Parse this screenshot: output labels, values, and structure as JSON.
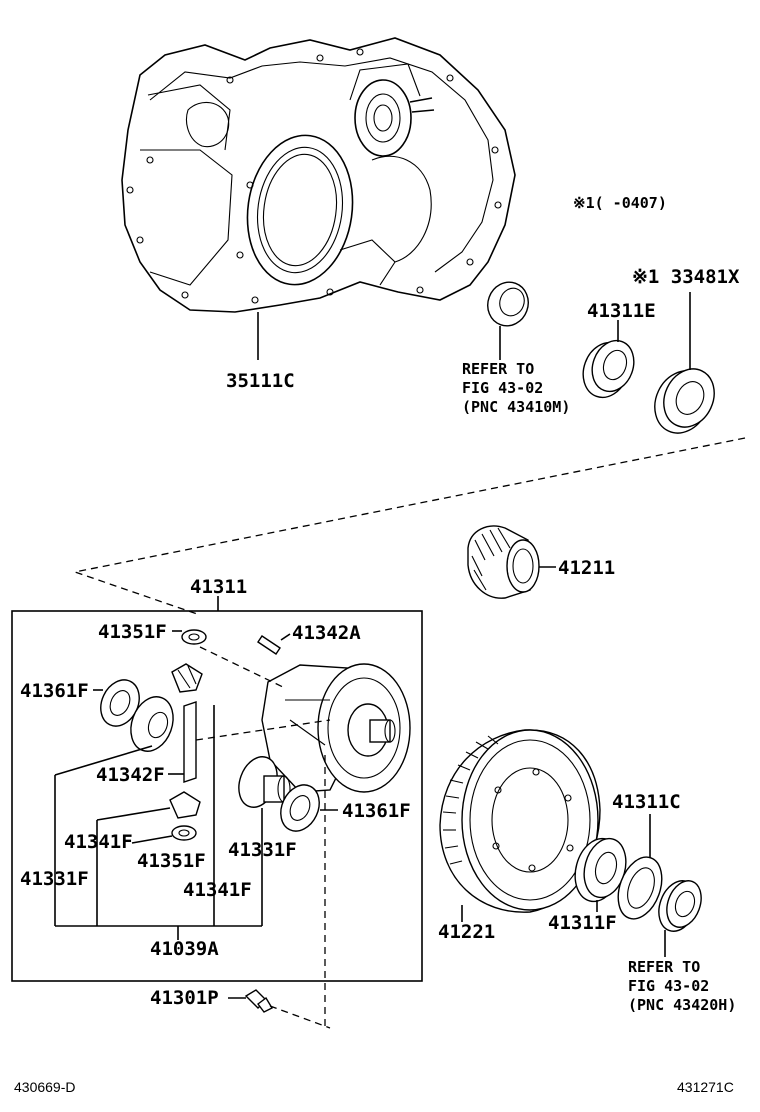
{
  "diagram": {
    "labels": {
      "transaxle_housing": "35111C",
      "note_range": "※1(      -0407)",
      "oil_seal_refer": "※1 33481X",
      "bearing_cup_top": "41311E",
      "refer_top_line1": "REFER TO",
      "refer_top_line2": "FIG 43-02",
      "refer_top_line3": "(PNC 43410M)",
      "pinion_gear": "41211",
      "diff_case": "41311",
      "washer_top": "41351F",
      "pin": "41342A",
      "washer_left": "41361F",
      "shaft": "41342F",
      "washer_right": "41361F",
      "pinion_left": "41341F",
      "thrust_washer": "41351F",
      "side_gear_right": "41331F",
      "side_gear_left": "41331F",
      "pinion_right": "41341F",
      "kit": "41039A",
      "bolt": "41301P",
      "ring_gear": "41221",
      "bearing_cup_right": "41311C",
      "bearing_cone_right": "41311F",
      "refer_bottom_line1": "REFER TO",
      "refer_bottom_line2": "FIG 43-02",
      "refer_bottom_line3": "(PNC 43420H)",
      "footer_left": "430669-D",
      "footer_right": "431271C"
    }
  }
}
